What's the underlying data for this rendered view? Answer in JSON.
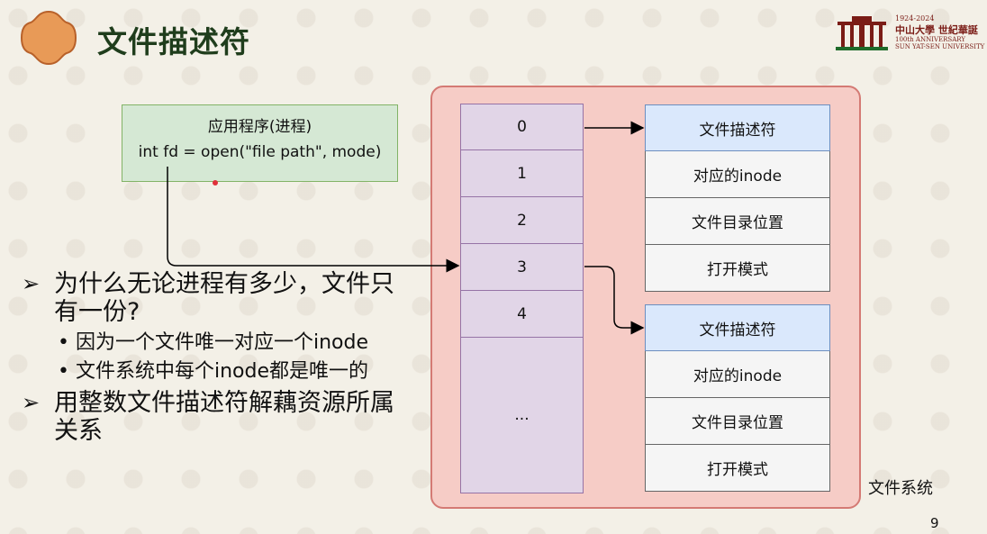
{
  "slide": {
    "title": "文件描述符",
    "page_number": "9"
  },
  "logo": {
    "years": "1924-2024",
    "name_cn": "中山大學 世紀華誕",
    "anniversary": "100th ANNIVERSARY",
    "univ_en": "SUN YAT-SEN UNIVERSITY"
  },
  "process_box": {
    "line1": "应用程序(进程)",
    "line2": "int fd = open(\"file path\", mode)"
  },
  "fd_table": [
    "0",
    "1",
    "2",
    "3",
    "4",
    "..."
  ],
  "file_entries": [
    {
      "rows": [
        "文件描述符",
        "对应的inode",
        "文件目录位置",
        "打开模式"
      ]
    },
    {
      "rows": [
        "文件描述符",
        "对应的inode",
        "文件目录位置",
        "打开模式"
      ]
    }
  ],
  "filesystem_label": "文件系统",
  "bullets": [
    {
      "text": "为什么无论进程有多少，文件只有一份?",
      "sub": [
        "因为一个文件唯一对应一个inode",
        "文件系统中每个inode都是唯一的"
      ]
    },
    {
      "text": "用整数文件描述符解藕资源所属关系",
      "sub": []
    }
  ],
  "colors": {
    "process_fill": "#d5e8d4",
    "fd_fill": "#e1d5e7",
    "entry_head_fill": "#dae8fc",
    "fs_panel_fill": "#f6ccc6"
  }
}
